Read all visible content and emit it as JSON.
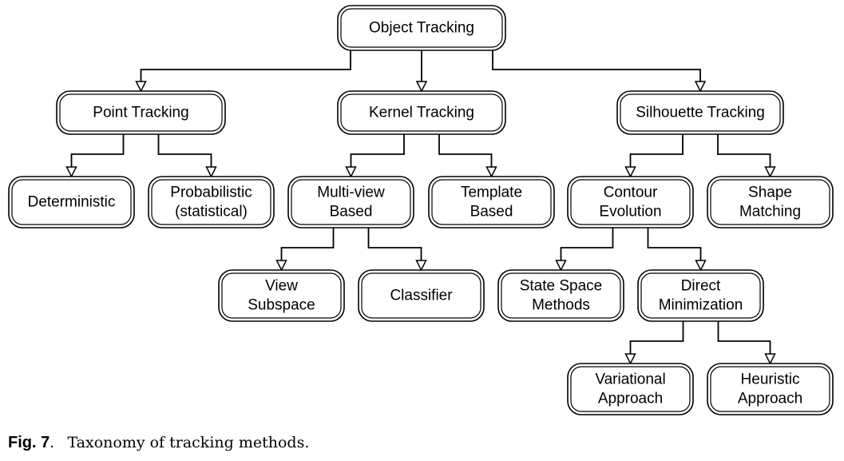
{
  "diagram": {
    "nodes": {
      "root": {
        "lines": [
          "Object Tracking"
        ]
      },
      "point": {
        "lines": [
          "Point Tracking"
        ]
      },
      "kernel": {
        "lines": [
          "Kernel Tracking"
        ]
      },
      "silhouette": {
        "lines": [
          "Silhouette Tracking"
        ]
      },
      "deterministic": {
        "lines": [
          "Deterministic"
        ]
      },
      "probabilistic": {
        "lines": [
          "Probabilistic",
          "(statistical)"
        ]
      },
      "multiview": {
        "lines": [
          "Multi-view",
          "Based"
        ]
      },
      "template": {
        "lines": [
          "Template",
          "Based"
        ]
      },
      "contour": {
        "lines": [
          "Contour",
          "Evolution"
        ]
      },
      "shape": {
        "lines": [
          "Shape",
          "Matching"
        ]
      },
      "view_subspace": {
        "lines": [
          "View",
          "Subspace"
        ]
      },
      "classifier": {
        "lines": [
          "Classifier"
        ]
      },
      "state_space": {
        "lines": [
          "State Space",
          "Methods"
        ]
      },
      "direct_min": {
        "lines": [
          "Direct",
          "Minimization"
        ]
      },
      "variational": {
        "lines": [
          "Variational",
          "Approach"
        ]
      },
      "heuristic": {
        "lines": [
          "Heuristic",
          "Approach"
        ]
      }
    },
    "edges": [
      [
        "root",
        "point"
      ],
      [
        "root",
        "kernel"
      ],
      [
        "root",
        "silhouette"
      ],
      [
        "point",
        "deterministic"
      ],
      [
        "point",
        "probabilistic"
      ],
      [
        "kernel",
        "multiview"
      ],
      [
        "kernel",
        "template"
      ],
      [
        "silhouette",
        "contour"
      ],
      [
        "silhouette",
        "shape"
      ],
      [
        "multiview",
        "view_subspace"
      ],
      [
        "multiview",
        "classifier"
      ],
      [
        "contour",
        "state_space"
      ],
      [
        "contour",
        "direct_min"
      ],
      [
        "direct_min",
        "variational"
      ],
      [
        "direct_min",
        "heuristic"
      ]
    ]
  },
  "caption": {
    "label": "Fig. 7",
    "separator": ".",
    "text": "Taxonomy of tracking methods."
  }
}
